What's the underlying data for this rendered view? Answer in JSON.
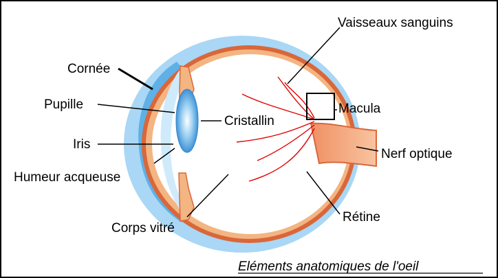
{
  "labels": {
    "cornee": "Cornée",
    "pupille": "Pupille",
    "iris": "Iris",
    "humeur": "Humeur acqueuse",
    "corps": "Corps vitré",
    "cristallin": "Cristallin",
    "vaisseaux": "Vaisseaux sanguins",
    "macula": "Macula",
    "nerf": "Nerf optique",
    "retine": "Rétine"
  },
  "caption": "Eléments anatomiques de l'oeil",
  "colors": {
    "sclera": "#8ec8ef",
    "cornea": "#5aa8e0",
    "choroid": "#d9673a",
    "retina": "#f3b582",
    "vessels": "#e00000",
    "lens": "#3f95d8",
    "nerve": "#f2a57a",
    "leader": "#000000"
  }
}
